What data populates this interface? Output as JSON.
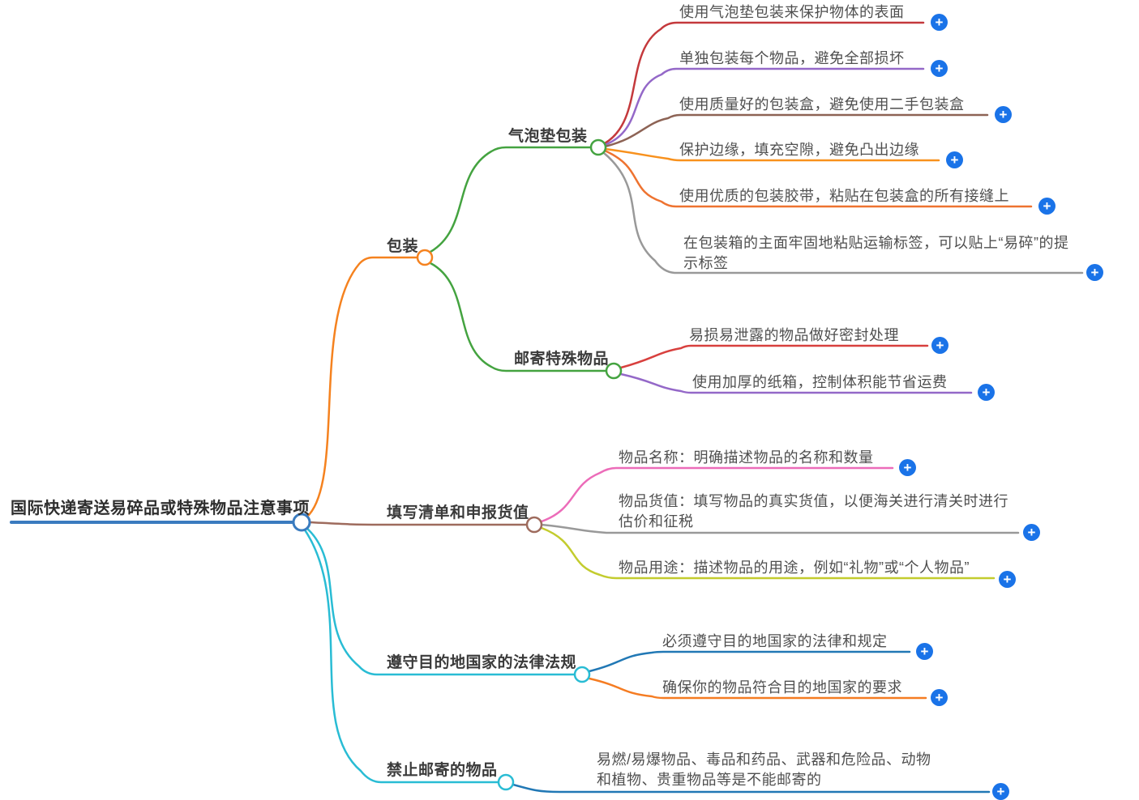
{
  "ui": {
    "plus": "+",
    "plus_color": "#1a73e8"
  },
  "mindmap": {
    "root": {
      "label": "国际快递寄送易碎品或特殊物品注意事项",
      "color": "#3a7bbf"
    },
    "branches": [
      {
        "label": "包装",
        "color": "#f5821f",
        "children": [
          {
            "label": "气泡垫包装",
            "color": "#44a340",
            "children": [
              {
                "label": "使用气泡垫包装来保护物体的表面",
                "color": "#c4393c"
              },
              {
                "label": "单独包装每个物品，避免全部损坏",
                "color": "#9468c8"
              },
              {
                "label": "使用质量好的包装盒，避免使用二手包装盒",
                "color": "#8d6355"
              },
              {
                "label": "保护边缘，填充空隙，避免凸出边缘",
                "color": "#f8911d"
              },
              {
                "label": "使用优质的包装胶带，粘贴在包装盒的所有接缝上",
                "color": "#ee7330"
              },
              {
                "label": "在包装箱的主面牢固地粘贴运输标签，可以贴上“易碎”的提示标签",
                "color": "#999999"
              }
            ]
          },
          {
            "label": "邮寄特殊物品",
            "color": "#44a340",
            "children": [
              {
                "label": "易损易泄露的物品做好密封处理",
                "color": "#d8403e"
              },
              {
                "label": "使用加厚的纸箱，控制体积能节省运费",
                "color": "#9468c8"
              }
            ]
          }
        ]
      },
      {
        "label": "填写清单和申报货值",
        "color": "#9e6b5d",
        "children": [
          {
            "label": "物品名称：明确描述物品的名称和数量",
            "color": "#ec6cb9"
          },
          {
            "label": "物品货值：填写物品的真实货值，以便海关进行清关时进行估价和征税",
            "color": "#999999"
          },
          {
            "label": "物品用途：描述物品的用途，例如“礼物”或“个人物品”",
            "color": "#c3cc2e"
          }
        ]
      },
      {
        "label": "遵守目的地国家的法律法规",
        "color": "#29bcd4",
        "children": [
          {
            "label": "必须遵守目的地国家的法律和规定",
            "color": "#2178b5"
          },
          {
            "label": "确保你的物品符合目的地国家的要求",
            "color": "#f57c22"
          }
        ]
      },
      {
        "label": "禁止邮寄的物品",
        "color": "#29bcd4",
        "children": [
          {
            "label": "易燃/易爆物品、毒品和药品、武器和危险品、动物和植物、贵重物品等是不能邮寄的",
            "color": "#2178b5"
          }
        ]
      }
    ]
  }
}
